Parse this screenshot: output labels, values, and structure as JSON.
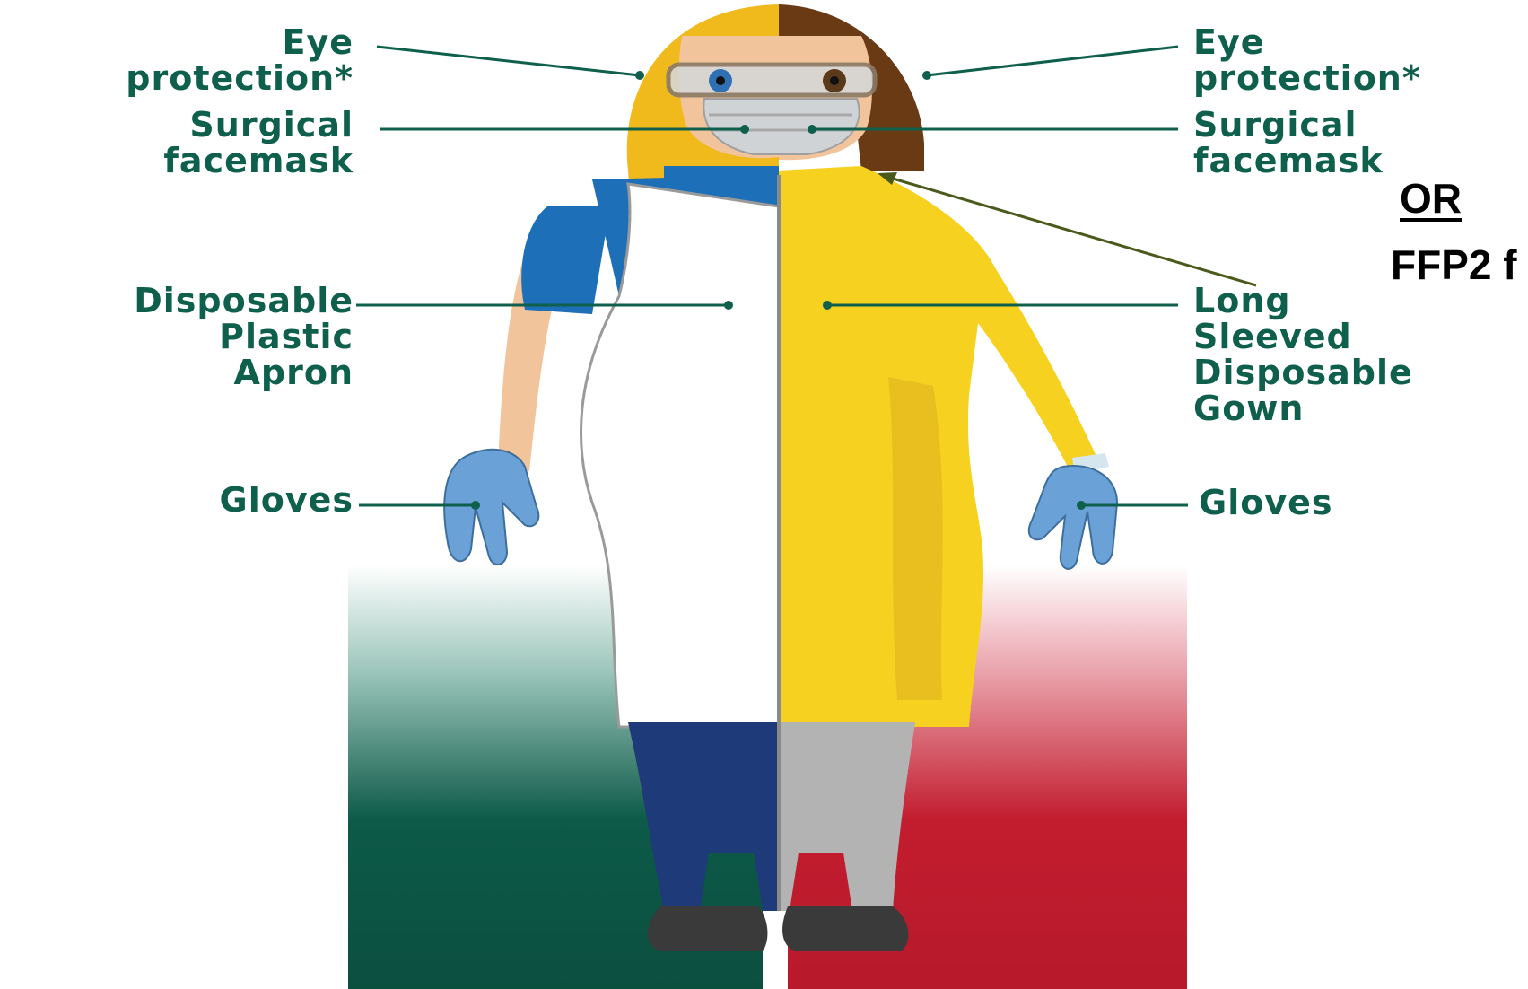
{
  "labels_left": {
    "eye_protection": "Eye\nprotection*",
    "surgical_facemask": "Surgical\nfacemask",
    "plastic_apron": "Disposable\nPlastic\nApron",
    "gloves": "Gloves"
  },
  "labels_right": {
    "eye_protection": "Eye\nprotection*",
    "surgical_facemask": "Surgical\nfacemask",
    "gown": "Long\nSleeved\nDisposable\nGown",
    "gloves": "Gloves"
  },
  "alternative": {
    "or": "OR",
    "ffp2": "FFP2 f"
  },
  "colors": {
    "label_green": "#0e5f4c",
    "left_panel_green": "#0d5a48",
    "right_panel_red": "#c21d2f",
    "gown_yellow": "#f6d11f",
    "apron_white": "#ffffff",
    "scrub_blue": "#1d6fb8",
    "glove_blue": "#6aa2d8",
    "hair_blonde": "#f0b91c",
    "hair_brown": "#6a3a14"
  }
}
